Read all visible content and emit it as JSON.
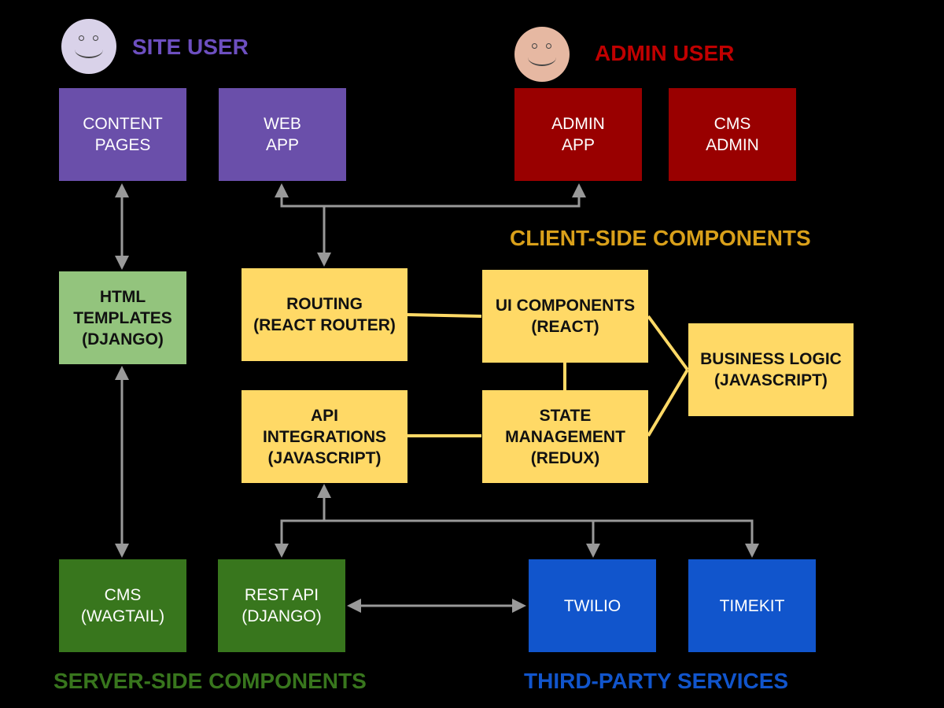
{
  "labels": {
    "site_user": "SITE USER",
    "admin_user": "ADMIN USER",
    "client_side": "CLIENT-SIDE COMPONENTS",
    "server_side": "SERVER-SIDE COMPONENTS",
    "third_party": "THIRD-PARTY SERVICES"
  },
  "boxes": {
    "content_pages": "CONTENT\nPAGES",
    "web_app": "WEB\nAPP",
    "admin_app": "ADMIN\nAPP",
    "cms_admin": "CMS\nADMIN",
    "html_templates": "HTML\nTEMPLATES\n(DJANGO)",
    "routing": "ROUTING\n(REACT ROUTER)",
    "ui_components": "UI COMPONENTS\n(REACT)",
    "business_logic": "BUSINESS LOGIC\n(JAVASCRIPT)",
    "api_integrations": "API\nINTEGRATIONS\n(JAVASCRIPT)",
    "state_management": "STATE\nMANAGEMENT\n(REDUX)",
    "cms": "CMS\n(WAGTAIL)",
    "rest_api": "REST API\n(DJANGO)",
    "twilio": "TWILIO",
    "timekit": "TIMEKIT"
  },
  "icons": {
    "site_user": "smiley-face-icon",
    "admin_user": "smiley-face-icon"
  },
  "colors": {
    "background": "#000000",
    "site_user": "#6a4faa",
    "admin_user": "#990000",
    "templates": "#93c47d",
    "client_side": "#ffd966",
    "server_side": "#38761d",
    "third_party": "#1155cc",
    "connector_gray": "#999999",
    "connector_yellow": "#ffd966"
  }
}
